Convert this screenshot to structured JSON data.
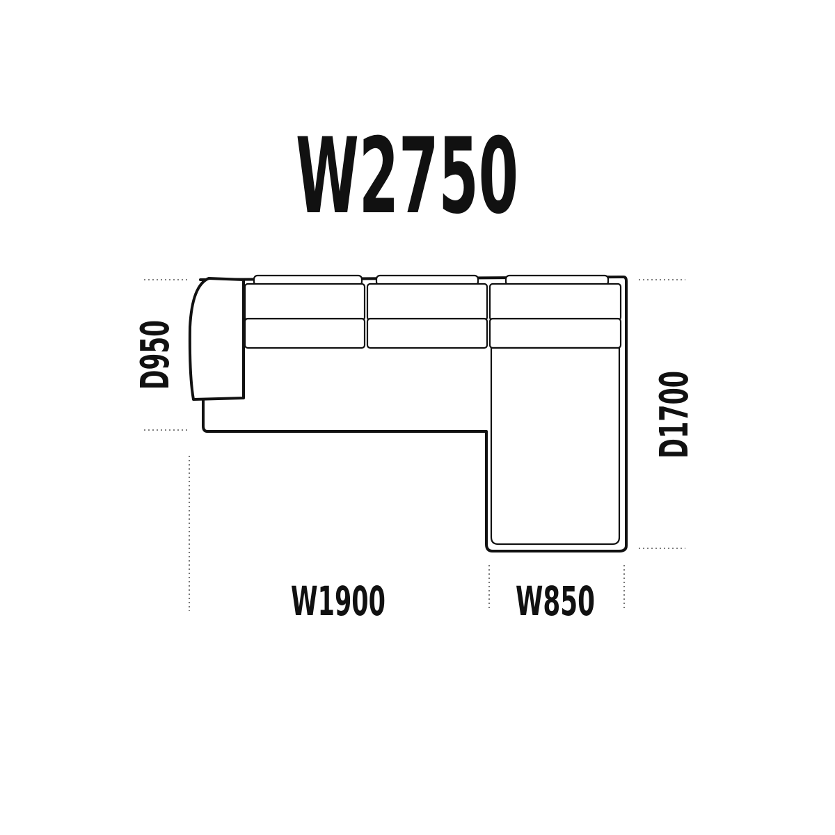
{
  "dimensions": {
    "total_width": "W2750",
    "sofa_depth": "D950",
    "chaise_depth": "D1700",
    "sofa_width": "W1900",
    "chaise_width": "W850"
  },
  "colors": {
    "line": "#111111",
    "background": "#ffffff",
    "guide": "#555555"
  }
}
